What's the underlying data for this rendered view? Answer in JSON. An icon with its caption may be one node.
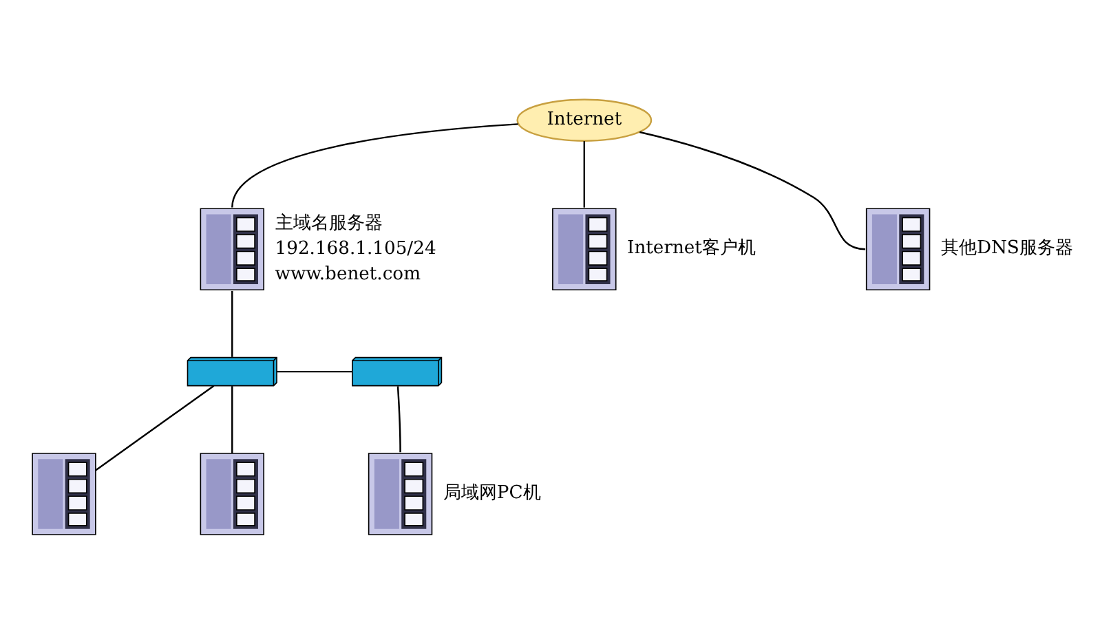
{
  "diagram": {
    "nodes": [
      {
        "text": [
          "Internet"
        ]
      },
      {
        "text": [],
        "shape": "picture",
        "beside": [
          "主域名服务器",
          "192.168.1.105/24",
          "www.benet.com"
        ]
      },
      {
        "text": [],
        "shape": "picture",
        "beside": [
          "Internet客户机"
        ]
      },
      {
        "text": [],
        "shape": "picture",
        "beside": [
          "其他DNS服务器"
        ]
      },
      {
        "text": [],
        "shape": "box"
      },
      {
        "text": [],
        "shape": "box"
      },
      {
        "text": [],
        "shape": "picture",
        "beside": [
          "局域网PC机"
        ]
      },
      {
        "text": [],
        "shape": "picture"
      },
      {
        "text": [],
        "shape": "picture"
      }
    ],
    "edges": [
      {
        "from": 0,
        "to": 1,
        "arrow": "none"
      },
      {
        "from": 0,
        "to": 2,
        "arrow": "none"
      },
      {
        "from": 0,
        "to": 3,
        "arrow": "none"
      },
      {
        "from": 1,
        "to": 4,
        "arrow": "none"
      },
      {
        "from": 4,
        "to": 5,
        "arrow": "none"
      },
      {
        "from": 5,
        "to": 6,
        "arrow": "none"
      },
      {
        "from": 4,
        "to": 7,
        "arrow": "none"
      },
      {
        "from": 4,
        "to": 8,
        "arrow": "none"
      }
    ]
  }
}
